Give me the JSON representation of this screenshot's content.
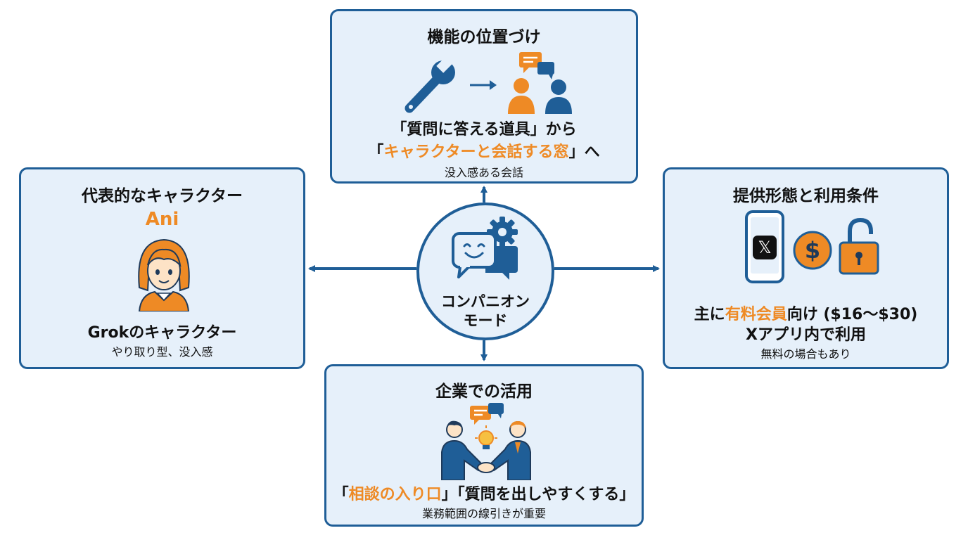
{
  "center": {
    "line1": "コンパニオン",
    "line2": "モード"
  },
  "top": {
    "title": "機能の位置づけ",
    "line1": "「質問に答える道具」から",
    "line2_open": "「",
    "line2_accent": "キャラクターと会話する窓",
    "line2_close": "」へ",
    "note": "没入感ある会話"
  },
  "left": {
    "title": "代表的なキャラクター",
    "character_name": "Ani",
    "line1": "Grokのキャラクター",
    "note": "やり取り型、没入感"
  },
  "right": {
    "title": "提供形態と利用条件",
    "line1_pre": "主に",
    "line1_accent": "有料会員",
    "line1_post": "向け ($16〜$30)",
    "line2": "Xアプリ内で利用",
    "note": "無料の場合もあり"
  },
  "bottom": {
    "title": "企業での活用",
    "line1_open": "「",
    "line1_accent": "相談の入り口",
    "line1_rest": "」「質問を出しやすくする」",
    "note": "業務範囲の線引きが重要"
  },
  "app_logo_text": "𝕏",
  "dollar_symbol": "$",
  "colors": {
    "accent": "#ee8a25",
    "primary": "#1f5e97",
    "card_fill": "#e6f0fa"
  },
  "icons": {
    "center": [
      "chat-smile-icon",
      "gear-icon"
    ],
    "top": [
      "wrench-icon",
      "arrow-right-icon",
      "chat-people-icon"
    ],
    "left": [
      "character-avatar-icon"
    ],
    "right": [
      "smartphone-x-icon",
      "dollar-coin-icon",
      "unlock-icon"
    ],
    "bottom": [
      "business-handshake-icon",
      "lightbulb-icon",
      "chat-bubbles-icon"
    ]
  }
}
